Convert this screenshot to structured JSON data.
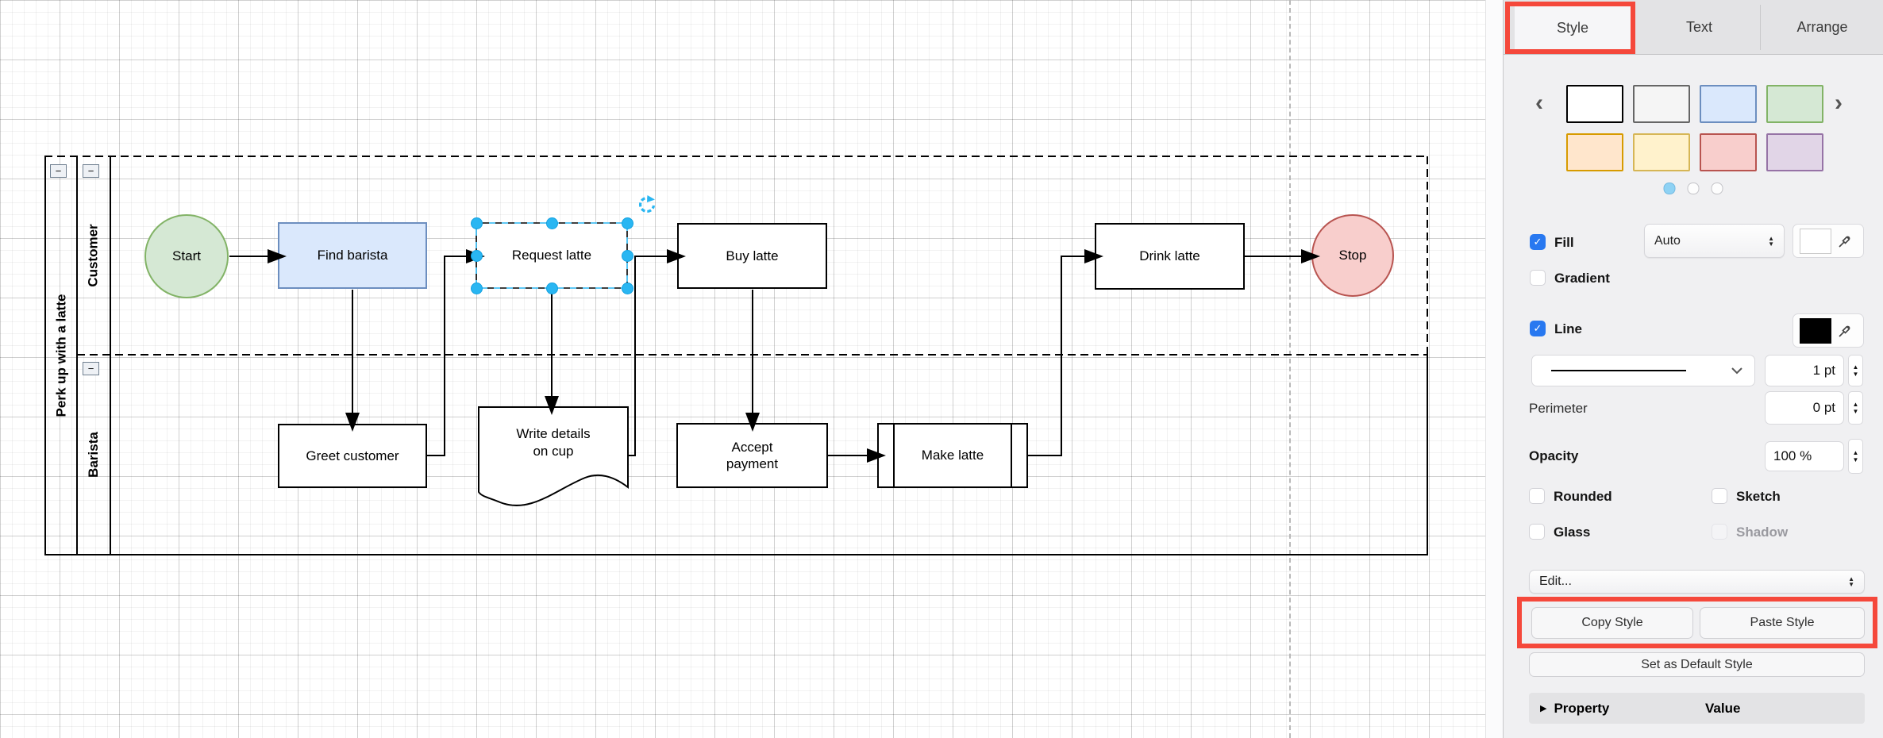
{
  "canvas": {
    "pool": {
      "title": "Perk up with a latte",
      "lanes": [
        {
          "label": "Customer"
        },
        {
          "label": "Barista"
        }
      ]
    },
    "nodes": {
      "start": "Start",
      "find_barista": "Find barista",
      "request_latte": "Request latte",
      "buy_latte": "Buy latte",
      "drink_latte": "Drink latte",
      "stop": "Stop",
      "greet_customer": "Greet customer",
      "write_details": {
        "line1": "Write details",
        "line2": "on cup"
      },
      "accept_payment": {
        "line1": "Accept",
        "line2": "payment"
      },
      "make_latte": "Make latte"
    },
    "colors": {
      "start_fill": "#d5e8d4",
      "start_stroke": "#82b366",
      "stop_fill": "#f8cecc",
      "stop_stroke": "#b85450",
      "task_fill": "#dae8fc",
      "task_stroke": "#6c8ebf",
      "selection_handle": "#29b6f2"
    }
  },
  "panel": {
    "tabs": {
      "style": "Style",
      "text": "Text",
      "arrange": "Arrange",
      "active": "Style"
    },
    "presets_css": [
      "background:#ffffff;border-color:#000000",
      "background:#f5f5f5;border-color:#666666",
      "background:#dae8fc;border-color:#6c8ebf",
      "background:#d5e8d4;border-color:#82b366",
      "background:#ffe6cc;border-color:#d79b00",
      "background:#fff2cc;border-color:#d6b656",
      "background:#f8cecc;border-color:#b85450",
      "background:#e1d5e7;border-color:#9673a6"
    ],
    "fill": {
      "label": "Fill",
      "checked": true,
      "mode": "Auto",
      "color": "#ffffff",
      "chip_css": "background:#ffffff;border:1px solid #c9c9c9"
    },
    "gradient": {
      "label": "Gradient",
      "checked": false
    },
    "line": {
      "label": "Line",
      "checked": true,
      "color": "#000000",
      "chip_css": "background:#000000",
      "width": "1 pt"
    },
    "perimeter": {
      "label": "Perimeter",
      "value": "0 pt"
    },
    "opacity": {
      "label": "Opacity",
      "value": "100 %"
    },
    "toggles": {
      "rounded": "Rounded",
      "sketch": "Sketch",
      "glass": "Glass",
      "shadow": "Shadow"
    },
    "edit": {
      "label": "Edit..."
    },
    "buttons": {
      "copy": "Copy Style",
      "paste": "Paste Style",
      "set_default": "Set as Default Style"
    },
    "properties": {
      "property": "Property",
      "value": "Value"
    },
    "annotation_color": "#f5483b"
  },
  "icons": {
    "collapse": "−",
    "check": "✓",
    "up": "▲",
    "down": "▼",
    "chevron_left": "‹",
    "chevron_right": "›",
    "tri_right": "▶"
  }
}
